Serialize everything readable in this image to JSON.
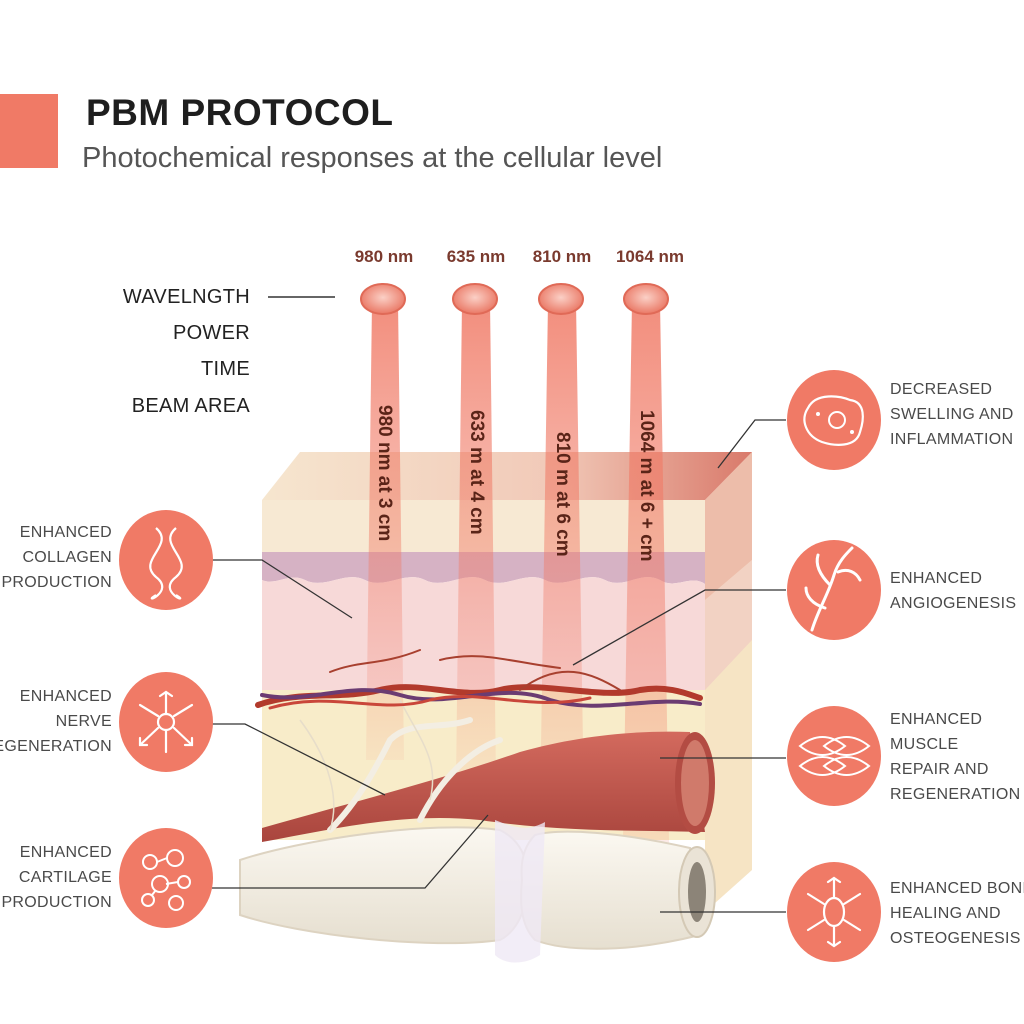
{
  "header": {
    "title": "PBM PROTOCOL",
    "subtitle": "Photochemical responses at the cellular level"
  },
  "parameters": [
    "WAVELNGTH",
    "POWER",
    "TIME",
    "BEAM AREA"
  ],
  "wavelengths": [
    {
      "label": "980 nm",
      "depth": "980 nm at 3 cm"
    },
    {
      "label": "635 nm",
      "depth": "633 m at 4 cm"
    },
    {
      "label": "810 nm",
      "depth": "810 m at 6 cm"
    },
    {
      "label": "1064 nm",
      "depth": "1064 m at 6 + cm"
    }
  ],
  "effects_left": [
    {
      "icon": "collagen-icon",
      "lines": [
        "ENHANCED",
        "COLLAGEN",
        "PRODUCTION"
      ]
    },
    {
      "icon": "nerve-icon",
      "lines": [
        "ENHANCED",
        "NERVE",
        "REGENERATION"
      ]
    },
    {
      "icon": "cartilage-icon",
      "lines": [
        "ENHANCED",
        "CARTILAGE",
        "PRODUCTION"
      ]
    }
  ],
  "effects_right": [
    {
      "icon": "inflammation-icon",
      "lines": [
        "DECREASED",
        "SWELLING AND",
        "INFLAMMATION"
      ]
    },
    {
      "icon": "angiogenesis-icon",
      "lines": [
        "ENHANCED",
        "ANGIOGENESIS"
      ]
    },
    {
      "icon": "muscle-icon",
      "lines": [
        "ENHANCED",
        "MUSCLE",
        "REPAIR AND",
        "REGENERATION"
      ]
    },
    {
      "icon": "bone-icon",
      "lines": [
        "ENHANCED BONE",
        "HEALING AND",
        "OSTEOGENESIS"
      ]
    }
  ],
  "colors": {
    "accent": "#f07a66",
    "beam": "#f2887a",
    "dermis": "#f6d7d4",
    "muscle": "#c8574d",
    "bone": "#f4efe4",
    "label_dark": "#7a3a2e"
  }
}
